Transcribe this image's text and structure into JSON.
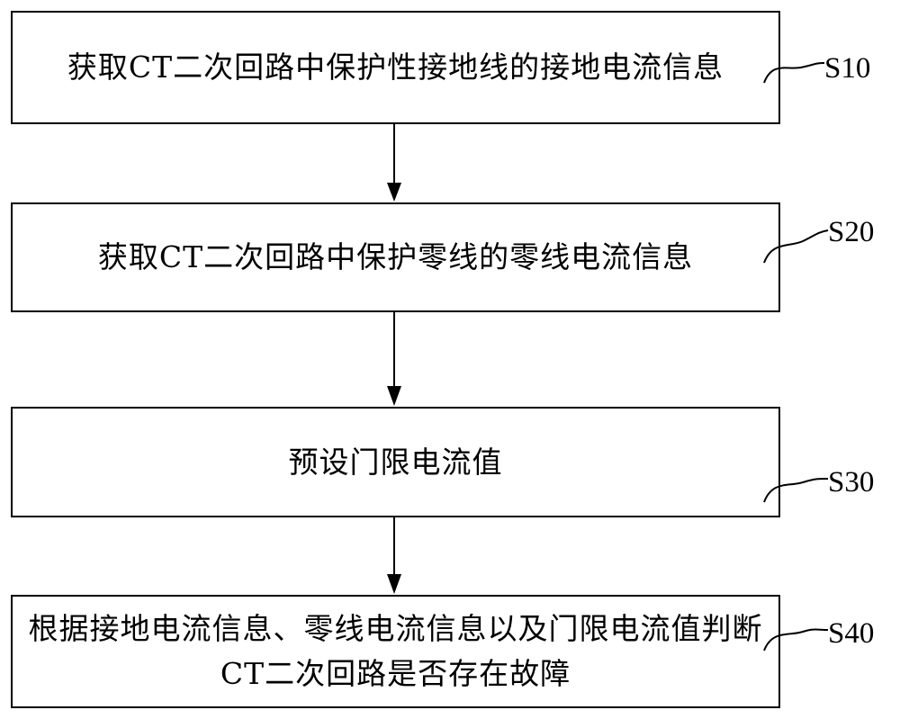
{
  "steps": [
    {
      "id": "S10",
      "text": "获取CT二次回路中保护性接地线的接地电流信息"
    },
    {
      "id": "S20",
      "text": "获取CT二次回路中保护零线的零线电流信息"
    },
    {
      "id": "S30",
      "text": "预设门限电流值"
    },
    {
      "id": "S40",
      "text": "根据接地电流信息、零线电流信息以及门限电流值判断CT二次回路是否存在故障"
    }
  ],
  "colors": {
    "line": "#000000",
    "background": "#ffffff"
  }
}
